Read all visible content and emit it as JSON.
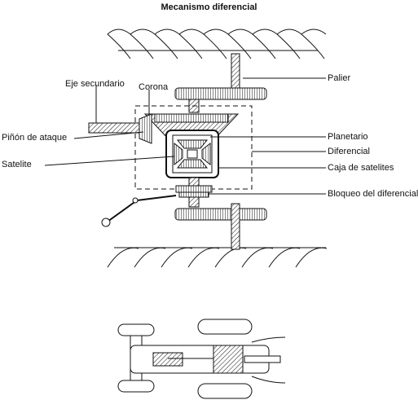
{
  "title": "Mecanismo diferencial",
  "labels": {
    "palier": "Palier",
    "eje_secundario": "Eje secundario",
    "corona": "Corona",
    "pinon_ataque": "Piñón de ataque",
    "satelite": "Satelite",
    "planetario": "Planetario",
    "diferencial": "Diferencial",
    "caja_satelites": "Caja de satelites",
    "bloqueo": "Bloqueo del diferencial"
  },
  "colors": {
    "line": "#111111",
    "fill": "#ffffff"
  }
}
